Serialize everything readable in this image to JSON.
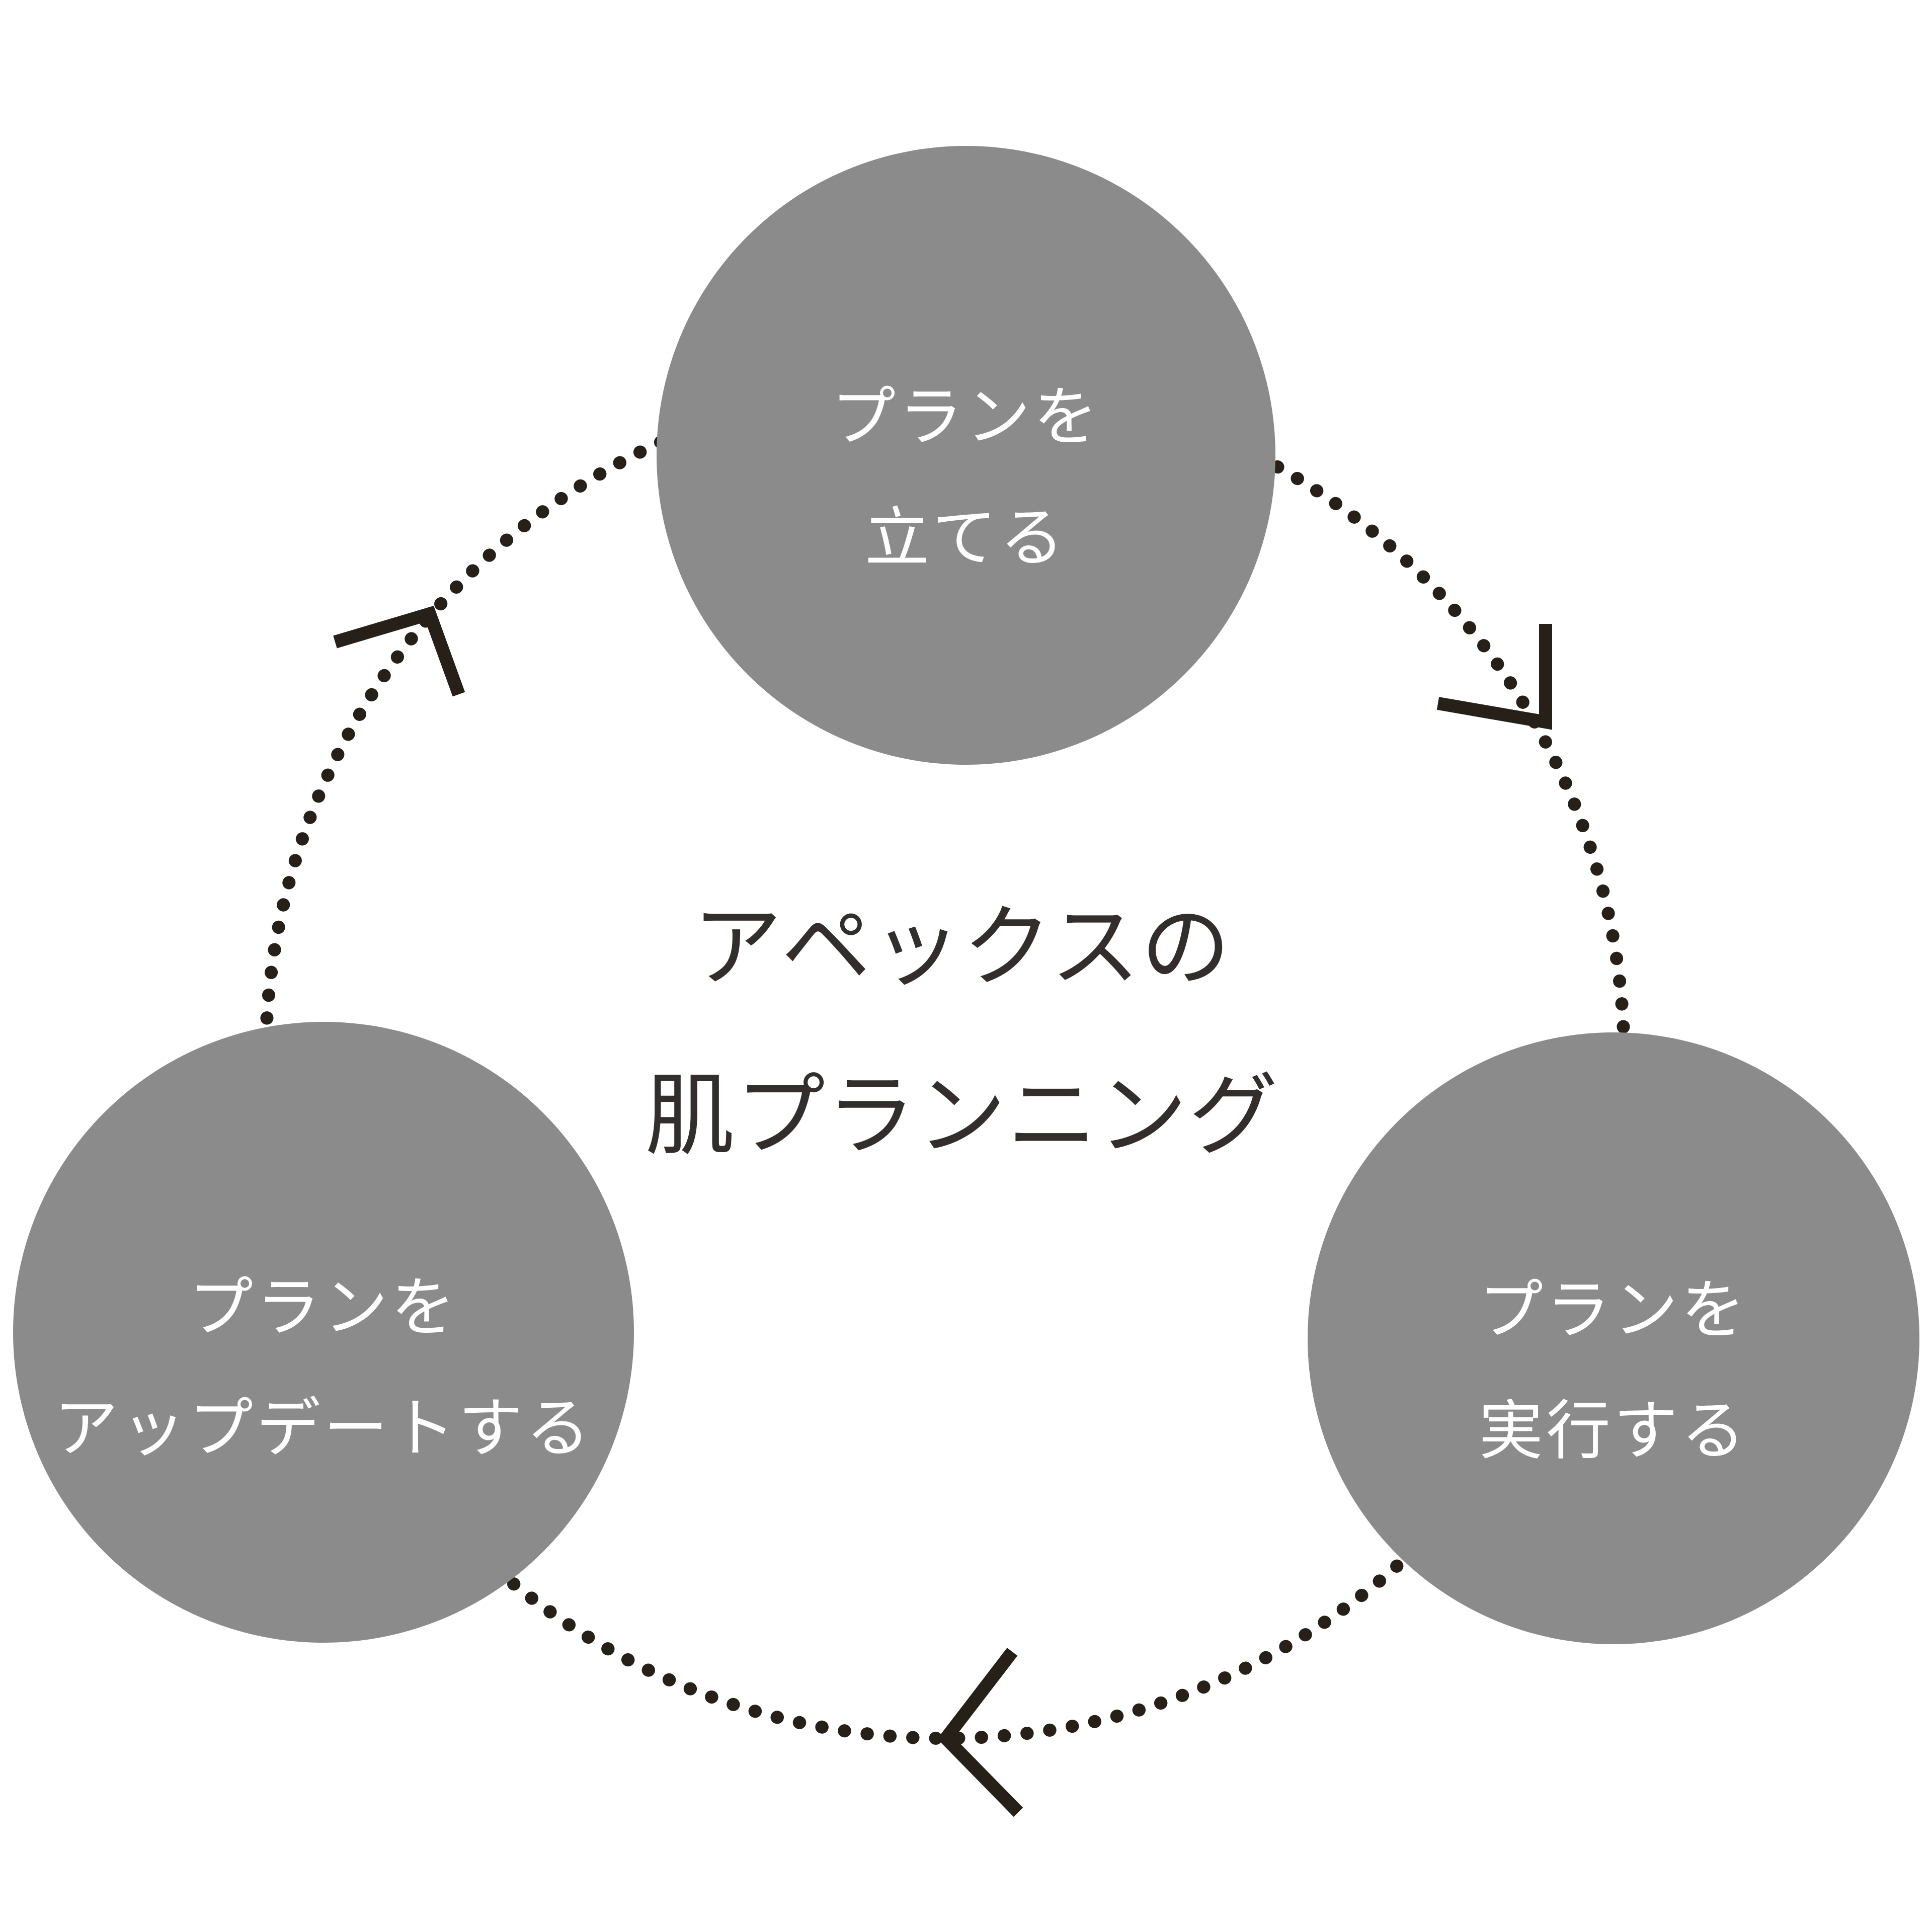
{
  "diagram": {
    "title": {
      "line1": "アペックスの",
      "line2": "肌プランニング"
    },
    "nodes": {
      "plan": {
        "line1": "プランを",
        "line2": "立てる"
      },
      "execute": {
        "line1": "プランを",
        "line2": "実行する"
      },
      "update": {
        "line1": "プランを",
        "line2": "アップデートする"
      }
    },
    "flow_direction": "clockwise",
    "colors": {
      "node_fill": "#8b8b8b",
      "node_text": "#ffffff",
      "title_text": "#332e2b",
      "arrow": "#262019",
      "background": "#ffffff"
    }
  }
}
